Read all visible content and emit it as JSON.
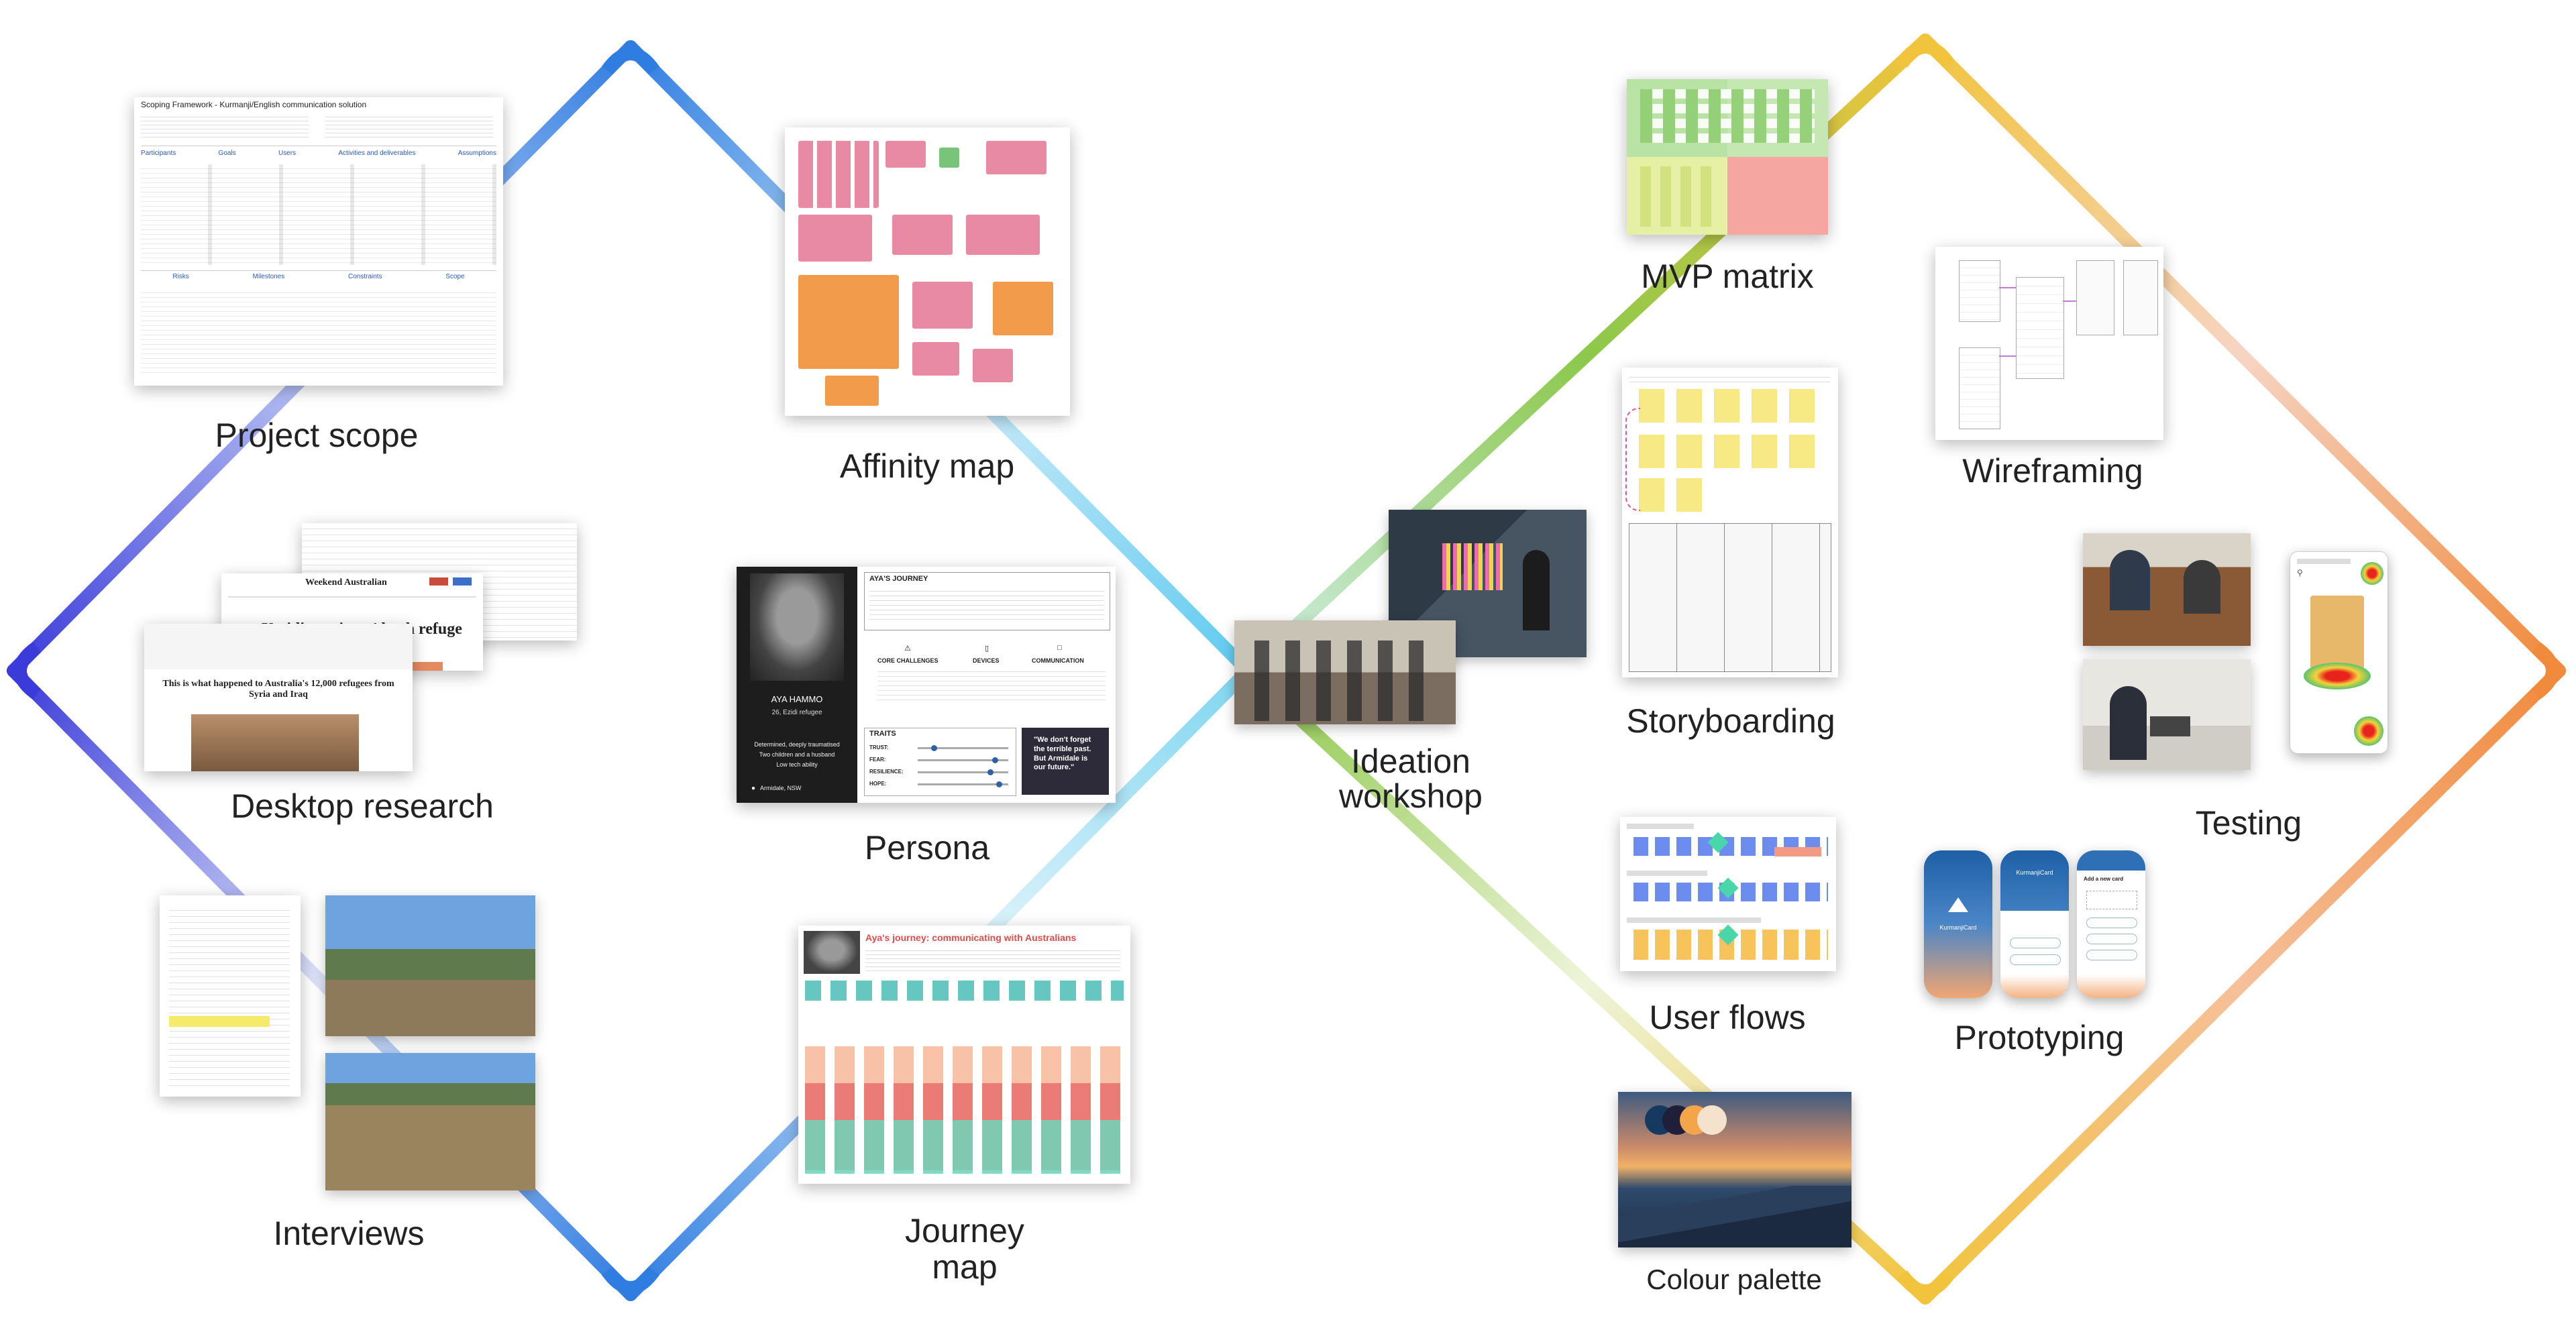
{
  "stages": {
    "project_scope": "Project scope",
    "affinity_map": "Affinity map",
    "desktop_research": "Desktop research",
    "persona": "Persona",
    "interviews": "Interviews",
    "journey_map_line1": "Journey",
    "journey_map_line2": "map",
    "ideation_line1": "Ideation",
    "ideation_line2": "workshop",
    "mvp_matrix": "MVP matrix",
    "storyboarding": "Storyboarding",
    "user_flows": "User flows",
    "colour_palette": "Colour palette",
    "wireframing": "Wireframing",
    "testing": "Testing",
    "prototyping": "Prototyping"
  },
  "scope_doc": {
    "title": "Scoping Framework - Kurmanji/English communication solution",
    "headers": [
      "Participants",
      "Goals",
      "Users",
      "Activities and deliverables",
      "Assumptions"
    ],
    "headers2": [
      "Risks",
      "Milestones",
      "Constraints",
      "Scope"
    ]
  },
  "news": {
    "masthead": "Weekend Australian",
    "headline": "Yazidi survivors' bush refuge",
    "subhead": "This is what happened to Australia's 12,000 refugees from Syria and Iraq"
  },
  "persona": {
    "name": "AYA HAMMO",
    "age_line": "26, Ezidi refugee",
    "traits_lines": [
      "Determined, deeply traumatised",
      "Two children and a husband",
      "Low tech ability"
    ],
    "location": "Armidale, NSW",
    "journey_title": "AYA'S JOURNEY",
    "col_challenges": "CORE CHALLENGES",
    "col_devices": "DEVICES",
    "col_comm": "COMMUNICATION",
    "traits_title": "TRAITS",
    "trait_names": [
      "TRUST:",
      "FEAR:",
      "RESILIENCE:",
      "HOPE:"
    ],
    "trait_values": [
      0.15,
      0.85,
      0.8,
      0.9
    ],
    "quote": "\"We don't forget the terrible past. But Armidale is our future.\""
  },
  "journey_doc": {
    "title": "Aya's journey: communicating with Australians"
  },
  "prototype": {
    "app_name": "KurmanjiCard",
    "card_title": "Add a new card"
  },
  "colors": {
    "blue": "#2f7de1",
    "violet": "#3b3bd9",
    "cyan": "#7fd6f0",
    "green": "#8cc84b",
    "yellow": "#f2c43d",
    "orange": "#f08a3c",
    "palette": [
      "#163a5f",
      "#1f1f3a",
      "#f3a54a",
      "#f4e2cc"
    ]
  }
}
